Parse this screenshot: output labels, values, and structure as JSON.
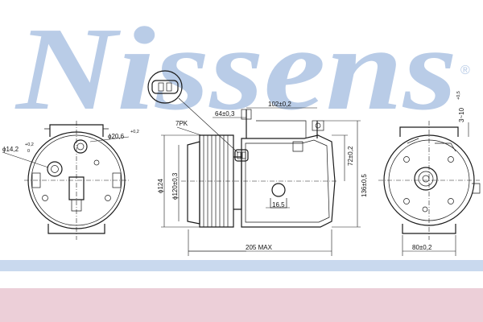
{
  "brand": {
    "watermark": "Nissens",
    "registered_mark": "®",
    "watermark_color": "#b9cce7",
    "band_blue": "#c9d9ee",
    "band_pink": "#eccfd8",
    "line_color": "#1a1a1a"
  },
  "dimensions": {
    "flange_hole": "ϕ14,2",
    "flange_hole_tol_plus": "+0,2",
    "flange_hole_tol_zero": "0",
    "port_hole": "ϕ20,6",
    "port_hole_tol": "+0,2",
    "pulley_grooves": "7PK",
    "plug_offset": "64±0,3",
    "mount_spacing": "102±0,2",
    "body_diameter": "ϕ124",
    "pulley_diameter": "ϕ120±0,3",
    "height_upper": "72±0,2",
    "height_total": "136±0,5",
    "boss_offset": "16,5",
    "length_max": "205  MAX",
    "rear_width": "80±0,2",
    "bolt_range": "3~10",
    "bolt_range_tol": "+0,5"
  }
}
